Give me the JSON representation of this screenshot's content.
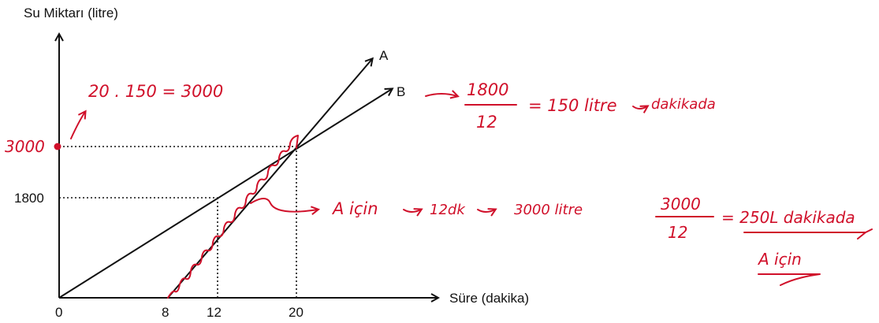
{
  "axes": {
    "y_label": "Su Miktarı (litre)",
    "x_label": "Süre (dakika)",
    "x_ticks": [
      "0",
      "8",
      "12",
      "20"
    ],
    "y_ticks": [
      "1800"
    ],
    "y_tick_handwritten": "3000"
  },
  "lines": {
    "a_label": "A",
    "b_label": "B"
  },
  "annotations": {
    "top_left": "20 . 150 = 3000",
    "b_numerator": "1800",
    "b_denominator": "12",
    "b_result": "= 150 litre",
    "b_unit": "dakikada",
    "a_note": "A için",
    "a_time": "12dk",
    "a_amount": "3000 litre",
    "right_numerator": "3000",
    "right_denominator": "12",
    "right_result": "= 250L dakikada",
    "right_sub": "A için"
  },
  "colors": {
    "ink": "#111111",
    "handwriting": "#d0102a"
  }
}
